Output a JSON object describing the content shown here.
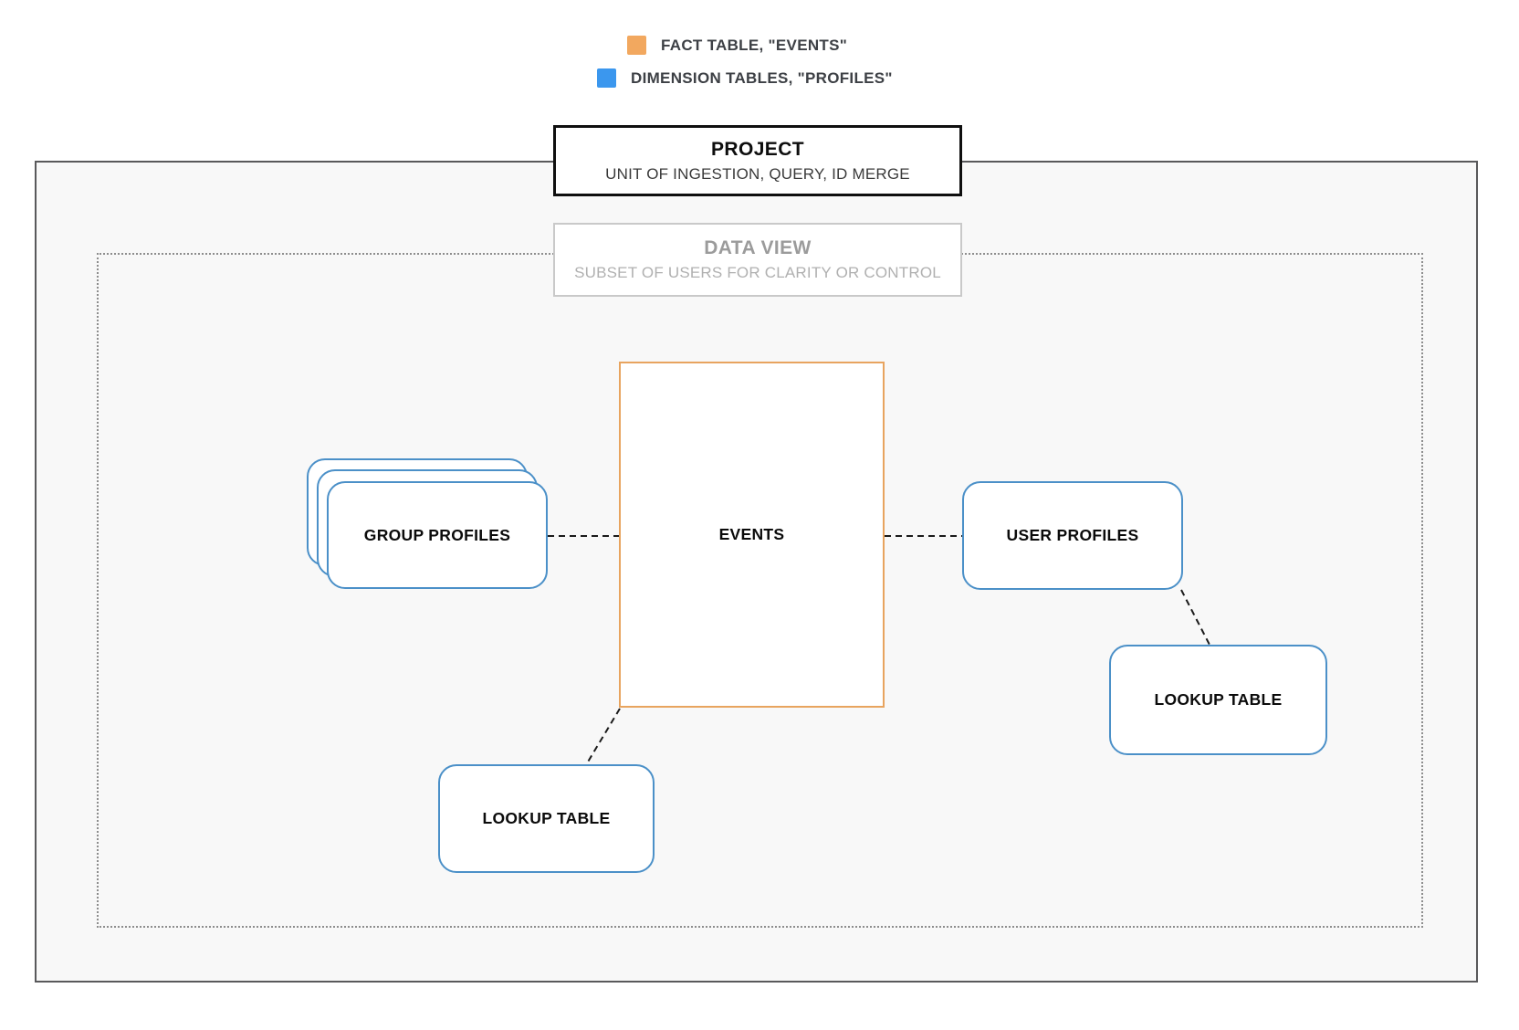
{
  "legend": {
    "items": [
      {
        "name": "fact",
        "label": "FACT TABLE, \"EVENTS\"",
        "color": "#F2A85F"
      },
      {
        "name": "dimension",
        "label": "DIMENSION TABLES, \"PROFILES\"",
        "color": "#3B97EE"
      }
    ]
  },
  "project": {
    "title": "PROJECT",
    "subtitle": "UNIT OF INGESTION, QUERY, ID MERGE"
  },
  "data_view": {
    "title": "DATA VIEW",
    "subtitle": "SUBSET OF USERS FOR CLARITY OR CONTROL"
  },
  "nodes": {
    "group_profiles": {
      "label": "GROUP PROFILES",
      "type": "dimension"
    },
    "events": {
      "label": "EVENTS",
      "type": "fact"
    },
    "user_profiles": {
      "label": "USER PROFILES",
      "type": "dimension"
    },
    "lookup_table_left": {
      "label": "LOOKUP TABLE",
      "type": "dimension"
    },
    "lookup_table_right": {
      "label": "LOOKUP TABLE",
      "type": "dimension"
    }
  },
  "colors": {
    "fact_swatch": "#F2A85F",
    "dimension_swatch": "#3B97EE",
    "fact_node_border": "#E8A45F",
    "dimension_node_border": "#4B90C8",
    "outer_boundary_border": "#59595B",
    "dotted_boundary_border": "#8D8D8D",
    "project_box_border": "#0F0F0F",
    "connector": "#1A1A1A",
    "boundary_fill": "#F8F8F8"
  }
}
